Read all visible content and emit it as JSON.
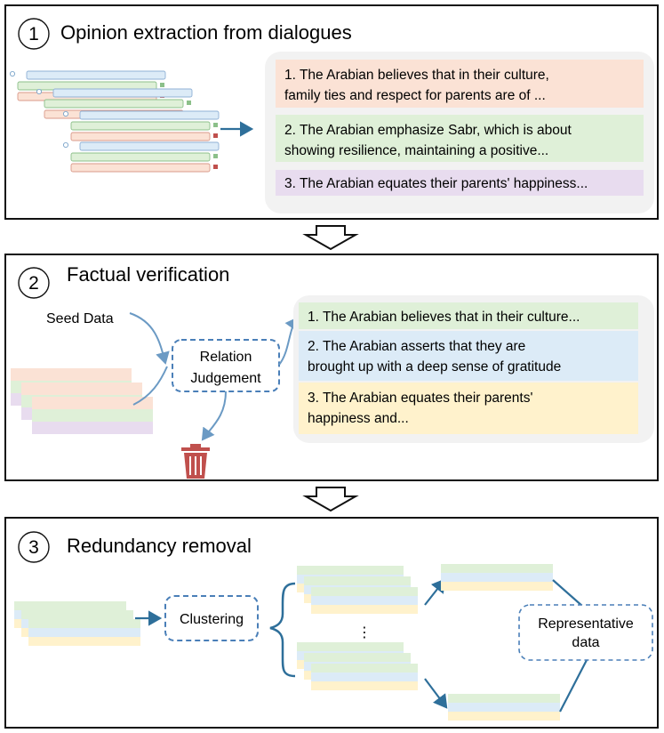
{
  "panels": [
    {
      "number": "1",
      "title": "Opinion extraction from dialogues",
      "items": [
        {
          "lines": [
            "1. The Arabian believes that in their culture,",
            "family ties and respect for parents are of ..."
          ],
          "color": "#fbe2d5"
        },
        {
          "lines": [
            "2. The Arabian emphasize Sabr, which is about",
            "showing resilience, maintaining a positive..."
          ],
          "color": "#dff0d8"
        },
        {
          "lines": [
            "3. The Arabian equates their parents' happiness..."
          ],
          "color": "#e8dcef"
        }
      ]
    },
    {
      "number": "2",
      "title": "Factual verification",
      "seed_label": "Seed Data",
      "judge_lines": [
        "Relation",
        "Judgement"
      ],
      "items": [
        {
          "lines": [
            "1. The Arabian believes that in their culture..."
          ],
          "color": "#dff0d8"
        },
        {
          "lines": [
            "2. The Arabian asserts that they are",
            "brought up with a deep sense of gratitude"
          ],
          "color": "#dcebf7"
        },
        {
          "lines": [
            "3. The Arabian equates their parents'",
            "happiness and..."
          ],
          "color": "#fff2cc"
        }
      ]
    },
    {
      "number": "3",
      "title": "Redundancy removal",
      "cluster_label": "Clustering",
      "ellipsis": "⋮",
      "rep_lines": [
        "Representative",
        "data"
      ]
    }
  ],
  "icons": {
    "down_arrow": "hollow-down-arrow-icon",
    "trash": "trash-bin-icon",
    "person": "person-icon"
  },
  "colors": {
    "frame": "#111111",
    "accent_blue": "#2e6f9a",
    "dashed_blue": "#4a7fb8",
    "trash_red": "#c0504d",
    "rounded_bg": "#f2f2f2",
    "green": "#dff0d8",
    "blue": "#dcebf7",
    "yellow": "#fff2cc",
    "peach": "#fbe2d5",
    "purple": "#e8dcef"
  }
}
